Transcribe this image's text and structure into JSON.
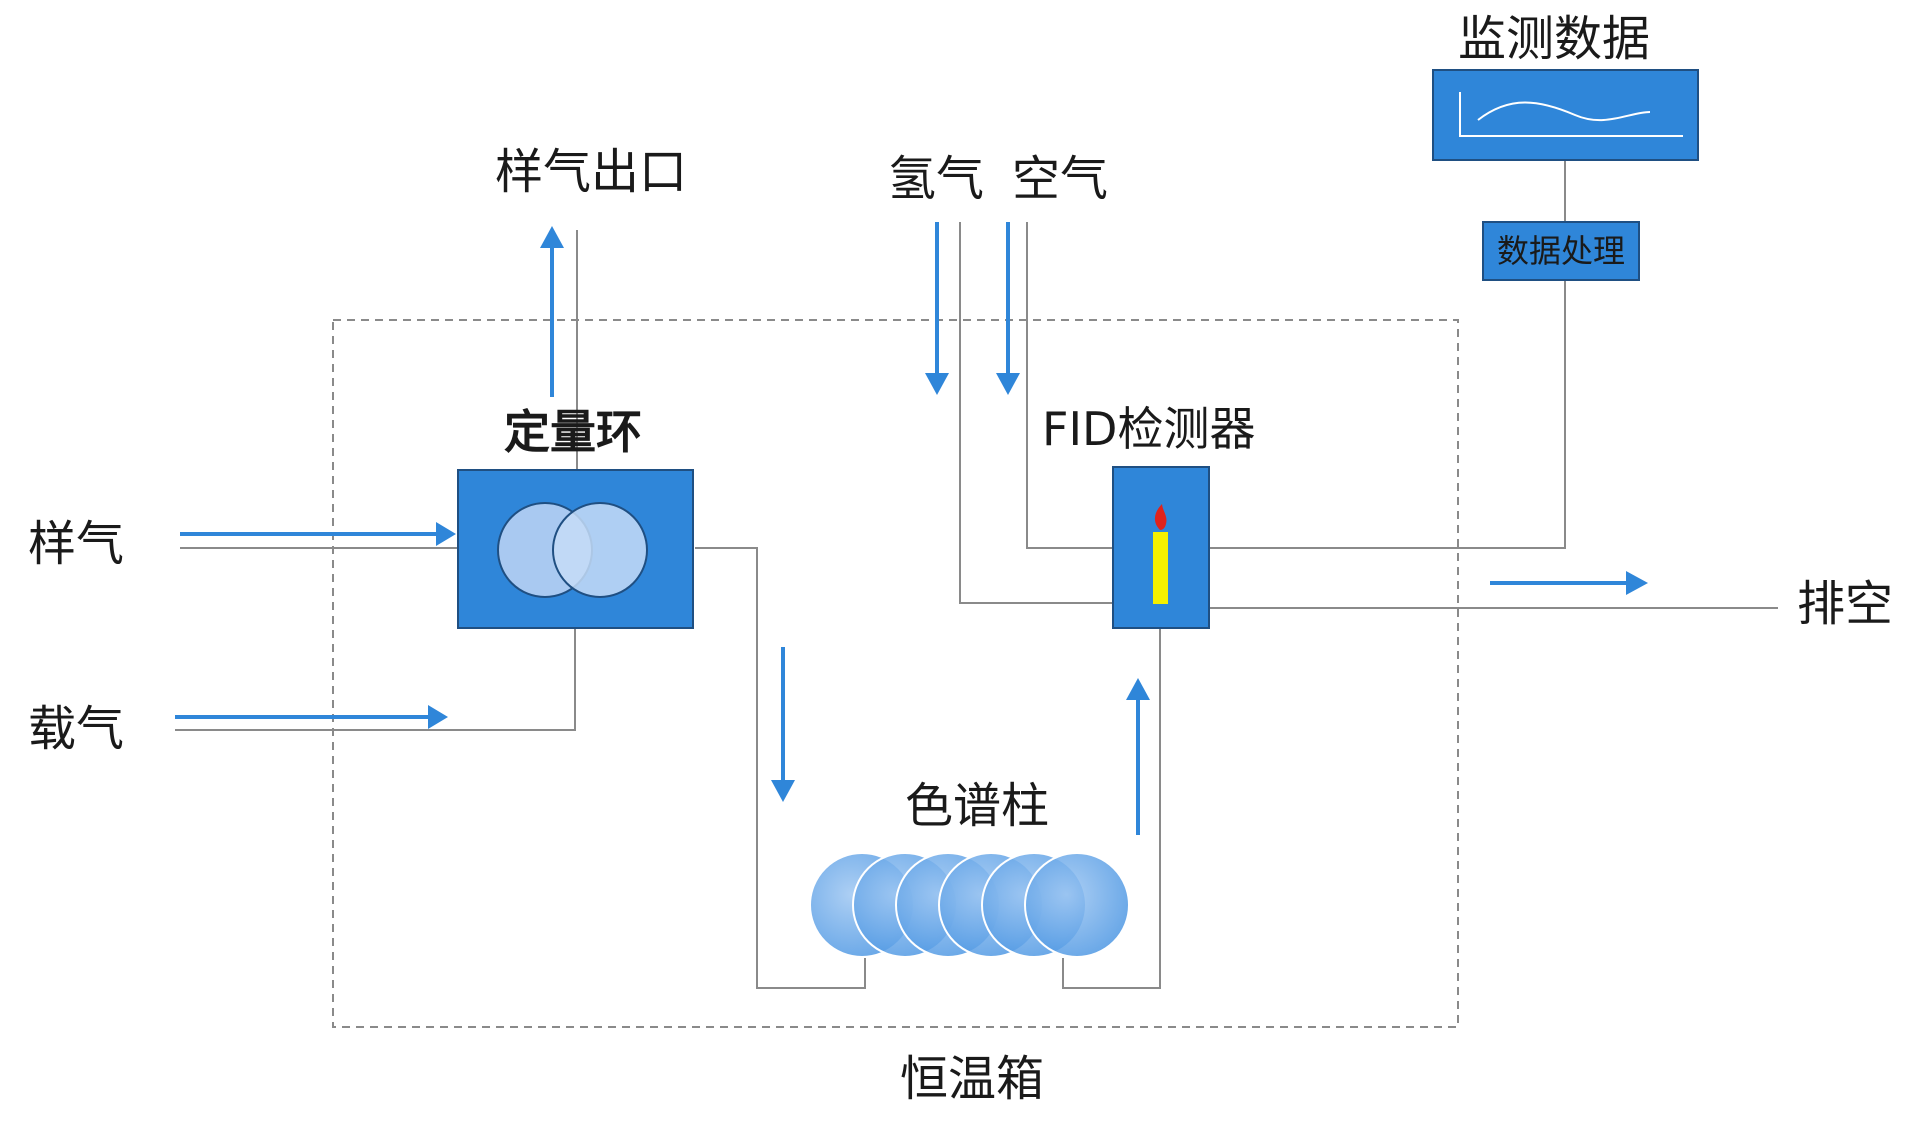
{
  "labels": {
    "sample_gas_outlet": "样气出口",
    "hydrogen": "氢气",
    "air": "空气",
    "monitoring_data": "监测数据",
    "data_processing": "数据处理",
    "quantitative_loop": "定量环",
    "fid_detector": "FID检测器",
    "sample_gas": "样气",
    "carrier_gas": "载气",
    "chromatographic_column": "色谱柱",
    "exhaust": "排空",
    "thermostat_oven": "恒温箱"
  },
  "colors": {
    "box_blue": "#2f86d9",
    "arrow_blue": "#2f86d9",
    "flame_red": "#e0231c",
    "wick_yellow": "#f5f000",
    "line_gray": "#8a8a8a"
  }
}
